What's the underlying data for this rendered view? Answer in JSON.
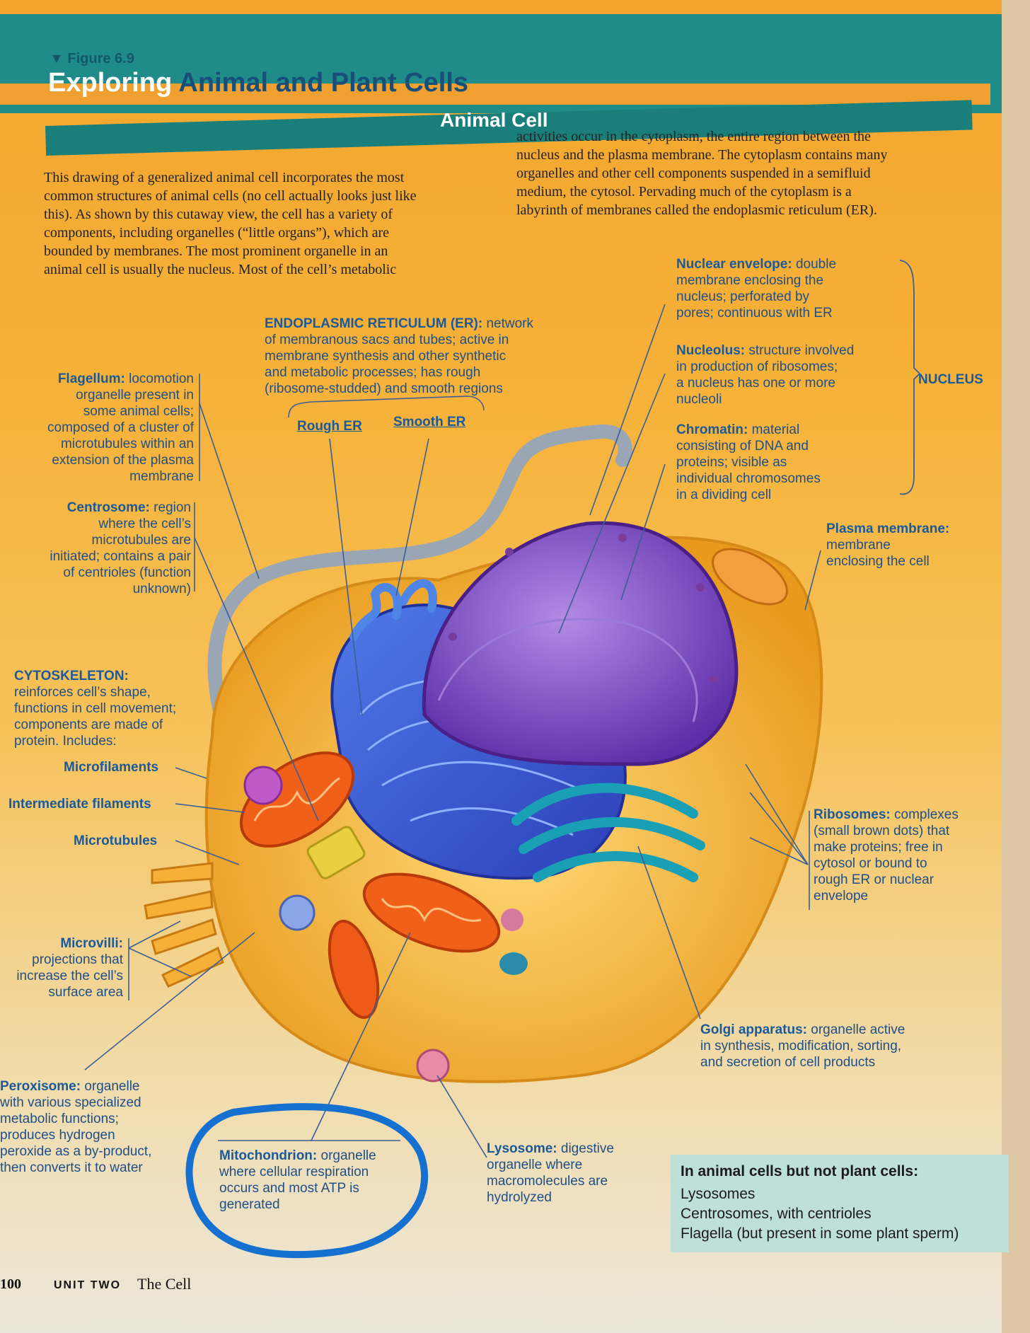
{
  "header": {
    "figure_label": "Figure 6.9",
    "title_word1": "Exploring",
    "title_rest": "Animal and Plant Cells",
    "section_title": "Animal Cell"
  },
  "intro": {
    "col1": [
      "This drawing of a generalized animal cell incorporates the most",
      "common structures of animal cells (no cell actually looks just like",
      "this). As shown by this cutaway view, the cell has a variety of",
      "components, including organelles (“little organs”), which are",
      "bounded by membranes. The most prominent organelle in an",
      "animal cell is usually the nucleus. Most of the cell’s metabolic"
    ],
    "col2": [
      "activities occur in the cytoplasm, the entire region between the",
      "nucleus and the plasma membrane. The cytoplasm contains many",
      "organelles and other cell components suspended in a semifluid",
      "medium, the cytosol. Pervading much of the cytoplasm is a",
      "labyrinth of membranes called the endoplasmic reticulum (ER)."
    ]
  },
  "labels": {
    "er": {
      "term": "ENDOPLASMIC RETICULUM (ER):",
      "lines": [
        "network",
        "of membranous sacs and tubes; active in",
        "membrane synthesis and other synthetic",
        "and metabolic processes; has rough",
        "(ribosome-studded) and smooth regions"
      ]
    },
    "rough_er": "Rough ER",
    "smooth_er": "Smooth ER",
    "flagellum": {
      "term": "Flagellum:",
      "lines": [
        "locomotion",
        "organelle present in",
        "some animal cells;",
        "composed of a cluster of",
        "microtubules within an",
        "extension of the plasma",
        "membrane"
      ]
    },
    "centrosome": {
      "term": "Centrosome:",
      "lines": [
        "region",
        "where the cell’s",
        "microtubules are",
        "initiated; contains a pair",
        "of centrioles (function",
        "unknown)"
      ]
    },
    "cytoskeleton": {
      "term": "CYTOSKELETON:",
      "lines": [
        "reinforces cell’s shape,",
        "functions in cell movement;",
        "components are made of",
        "protein. Includes:"
      ]
    },
    "microfilaments": "Microfilaments",
    "intermediate_filaments": "Intermediate filaments",
    "microtubules": "Microtubules",
    "microvilli": {
      "term": "Microvilli:",
      "lines": [
        "projections that",
        "increase the cell’s",
        "surface area"
      ]
    },
    "peroxisome": {
      "term": "Peroxisome:",
      "lines": [
        "organelle",
        "with various specialized",
        "metabolic functions;",
        "produces hydrogen",
        "peroxide as a by-product,",
        "then converts it to water"
      ]
    },
    "mitochondrion": {
      "term": "Mitochondrion:",
      "lines": [
        "organelle",
        "where cellular respiration",
        "occurs and most ATP is",
        "generated"
      ]
    },
    "lysosome": {
      "term": "Lysosome:",
      "lines": [
        "digestive",
        "organelle where",
        "macromolecules are",
        "hydrolyzed"
      ]
    },
    "golgi": {
      "term": "Golgi apparatus:",
      "lines": [
        "organelle active",
        "in synthesis, modification, sorting,",
        "and secretion of cell products"
      ]
    },
    "ribosomes": {
      "term": "Ribosomes:",
      "lines": [
        "complexes",
        "(small brown dots) that",
        "make proteins; free in",
        "cytosol or bound to",
        "rough ER or nuclear",
        "envelope"
      ]
    },
    "plasma_membrane": {
      "term": "Plasma membrane:",
      "lines": [
        "membrane",
        "enclosing the cell"
      ]
    },
    "nuclear_envelope": {
      "term": "Nuclear envelope:",
      "lines": [
        "double",
        "membrane enclosing the",
        "nucleus; perforated by",
        "pores; continuous with ER"
      ]
    },
    "nucleolus": {
      "term": "Nucleolus:",
      "lines": [
        "structure involved",
        "in production of ribosomes;",
        "a nucleus has one or more",
        "nucleoli"
      ]
    },
    "chromatin": {
      "term": "Chromatin:",
      "lines": [
        "material",
        "consisting of DNA and",
        "proteins; visible as",
        "individual chromosomes",
        "in a dividing cell"
      ]
    },
    "nucleus": "NUCLEUS"
  },
  "infobox": {
    "title": "In animal cells but not plant cells:",
    "items": [
      "Lysosomes",
      "Centrosomes, with centrioles",
      "Flagella (but present in some plant sperm)"
    ]
  },
  "footer": {
    "page_number": "100",
    "unit": "UNIT TWO",
    "chapter": "The Cell"
  },
  "colors": {
    "teal_band": "#1f8c8a",
    "label_blue": "#1a5a9a",
    "annotation_circle": "#1570d0"
  }
}
